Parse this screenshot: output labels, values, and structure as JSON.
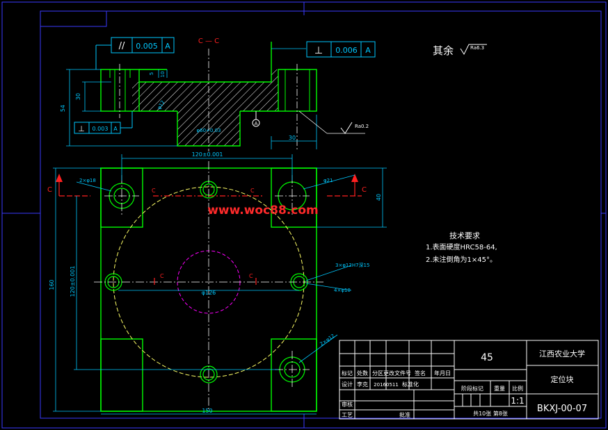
{
  "colors": {
    "background": "#000000",
    "frame": "#3a3aff",
    "outline": "#00ff00",
    "dimension": "#00c8ff",
    "center": "#ffffff",
    "hidden": "#ff00ff",
    "cut": "#ff2020",
    "text": "#ffffff",
    "pattern_circle": "#ffff66",
    "watermark": "#ff2a2a"
  },
  "section": {
    "label": "C — C",
    "tolerance_parallel": {
      "symbol": "//",
      "value": "0.005",
      "datum": "A"
    },
    "tolerance_perpendicular_top": {
      "symbol": "⊥",
      "value": "0.006",
      "datum": "A"
    },
    "tolerance_perpendicular_left": {
      "symbol": "⊥",
      "value": "0.003",
      "datum": "A"
    },
    "dims": {
      "overall_height": "54",
      "step_height": "30",
      "top_small": "10",
      "top_small2": "5",
      "bore_dia": "φ60+0.03",
      "pin_dia": "φ12",
      "width_30": "30"
    },
    "surface_mark": "Ra0.2",
    "datum_mark": "A"
  },
  "remainder_note": {
    "text": "其余",
    "roughness": "Ra6.3"
  },
  "plan": {
    "dims": {
      "hole_spacing_x": "120±0.001",
      "hole_spacing_y": "120±0.001",
      "width_total": "150",
      "height_total": "160",
      "right_height": "40",
      "corner_hole": "2×φ18",
      "corner_hole_large": "φ21",
      "side_hole": "3×φ12H7深15",
      "side_hole2": "4×φ10",
      "center_dia": "φ126",
      "bottom_hole": "2×φ12"
    },
    "cut_mark": "C"
  },
  "watermark": "www.woc88.com",
  "tech_requirements": {
    "title": "技术要求",
    "lines": [
      "1.表面硬度HRC58-64,",
      "2.未注倒角为1×45°。"
    ]
  },
  "title_block": {
    "material": "45",
    "school": "江西农业大学",
    "part_name": "定位块",
    "drawing_no": "BKXJ-00-07",
    "scale": "1:1",
    "sheets": "共10张 第8张",
    "headers_row1": [
      "标记",
      "处数",
      "分区",
      "更改文件号",
      "签名",
      "年月日"
    ],
    "designer_row": [
      "设计",
      "李克",
      "20160511",
      "标准化"
    ],
    "review_label": "审核",
    "process_label": "工艺",
    "approve_label": "批准",
    "stage_label": "阶段标记",
    "weight_label": "重量",
    "scale_label": "比例"
  }
}
